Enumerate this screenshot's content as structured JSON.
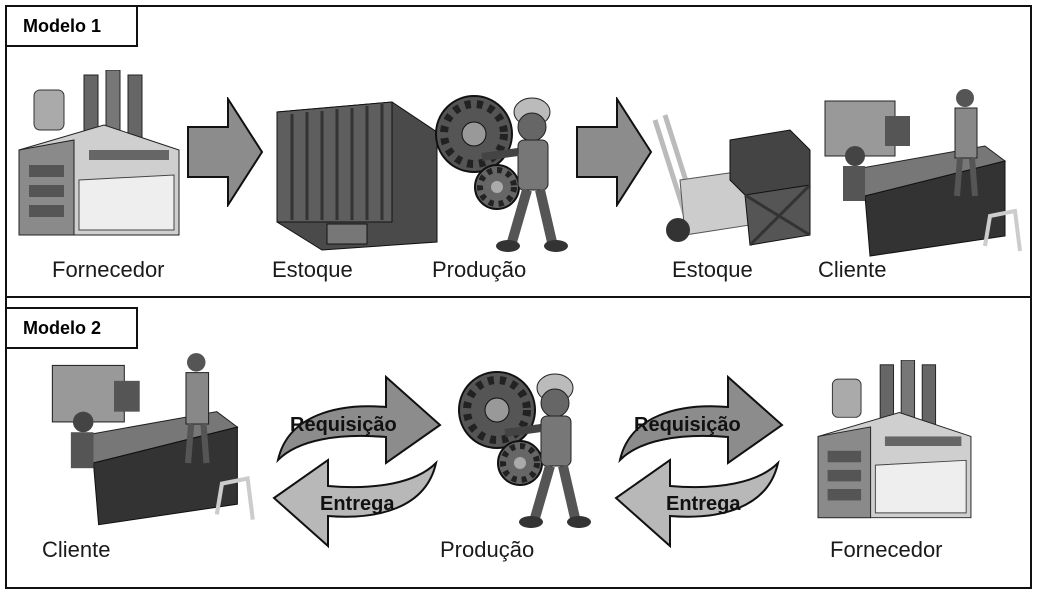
{
  "modelo1": {
    "tag": "Modelo 1",
    "labels": {
      "fornecedor": "Fornecedor",
      "estoque1": "Estoque",
      "producao": "Produção",
      "estoque2": "Estoque",
      "cliente": "Cliente"
    }
  },
  "modelo2": {
    "tag": "Modelo 2",
    "labels": {
      "cliente": "Cliente",
      "producao": "Produção",
      "fornecedor": "Fornecedor"
    },
    "arrows": {
      "requisicao_left": "Requisição",
      "entrega_left": "Entrega",
      "requisicao_right": "Requisição",
      "entrega_right": "Entrega"
    }
  },
  "colors": {
    "arrow_dark": "#8c8c8c",
    "arrow_light": "#b8b8b8",
    "border": "#111111"
  }
}
